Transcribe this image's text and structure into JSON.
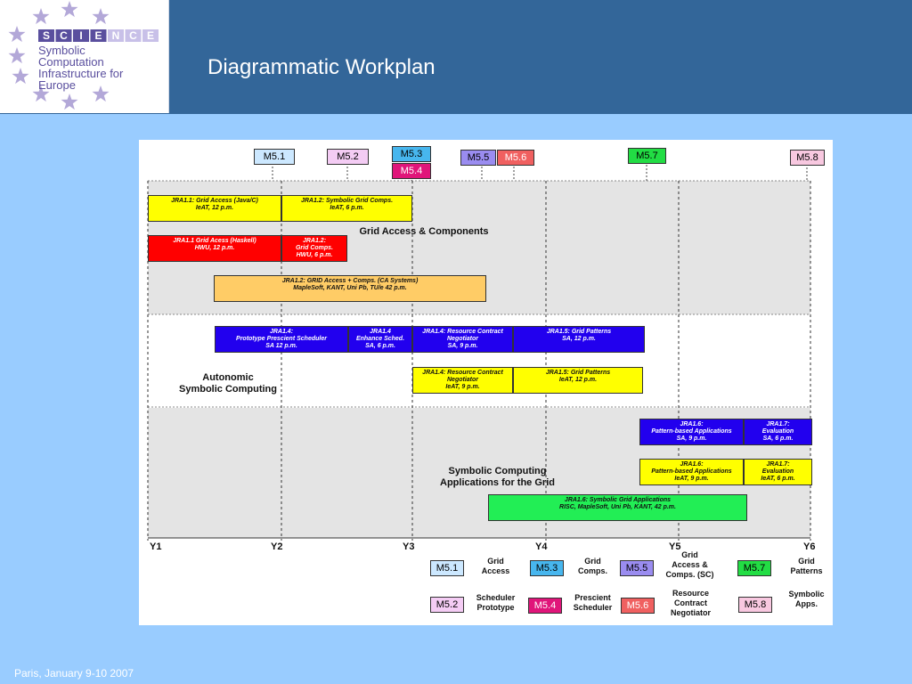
{
  "logo": {
    "letters": [
      "S",
      "C",
      "I",
      "E",
      "N",
      "C",
      "E"
    ],
    "lines": [
      "Symbolic",
      "Computation",
      "Infrastructure for",
      "Europe"
    ],
    "colors": {
      "purple": "#5a4f9e",
      "star": "#b3a8d8",
      "pale": "#c8c0e8"
    }
  },
  "title": "Diagrammatic Workplan",
  "footer": "Paris, January 9-10 2007",
  "diagram": {
    "years": [
      "Y1",
      "Y2",
      "Y3",
      "Y4",
      "Y5",
      "Y6"
    ],
    "milestones": [
      {
        "id": "M5.1",
        "color": "#cce8ff"
      },
      {
        "id": "M5.2",
        "color": "#f4ccf4"
      },
      {
        "id": "M5.3",
        "color": "#47b6ee"
      },
      {
        "id": "M5.4",
        "color": "#e0157a"
      },
      {
        "id": "M5.5",
        "color": "#9a8cf0"
      },
      {
        "id": "M5.6",
        "color": "#f06060"
      },
      {
        "id": "M5.7",
        "color": "#22dd44"
      },
      {
        "id": "M5.8",
        "color": "#f8c8e0"
      }
    ],
    "bands": [
      {
        "label": [
          "Grid Access & Components"
        ]
      },
      {
        "label": [
          "Autonomic",
          "Symbolic Computing"
        ]
      },
      {
        "label": [
          "Symbolic Computing",
          "Applications for the Grid"
        ]
      }
    ],
    "tasks": [
      {
        "lines": [
          "JRA1.1: Grid Access (Java/C)",
          "IeAT, 12 p.m."
        ],
        "color": "#ffff00"
      },
      {
        "lines": [
          "JRA1.2: Symbolic Grid Comps.",
          "IeAT, 6 p.m."
        ],
        "color": "#ffff00"
      },
      {
        "lines": [
          "JRA1.1 Grid Acess (Haskell)",
          "HWU, 12 p.m."
        ],
        "color": "#ff0000"
      },
      {
        "lines": [
          "JRA1.2:",
          "Grid Comps.",
          "HWU, 6 p.m."
        ],
        "color": "#ff0000"
      },
      {
        "lines": [
          "JRA1.2: GRID Access + Comps. (CA Systems)",
          "MapleSoft, KANT, Uni Pb, TU/e 42 p.m."
        ],
        "color": "#ffcc66"
      },
      {
        "lines": [
          "JRA1.4:",
          "Prototype Prescient Scheduler",
          "SA  12 p.m."
        ],
        "color": "#2200ee"
      },
      {
        "lines": [
          "JRA1.4",
          "Enhance Sched.",
          "SA, 6 p.m."
        ],
        "color": "#2200ee"
      },
      {
        "lines": [
          "JRA1.4: Resource Contract",
          "Negotiator",
          "SA,  9 p.m."
        ],
        "color": "#2200ee"
      },
      {
        "lines": [
          "JRA1.5: Grid Patterns",
          "SA, 12 p.m."
        ],
        "color": "#2200ee"
      },
      {
        "lines": [
          "JRA1.4: Resource Contract",
          "Negotiator",
          "IeAT, 9 p.m."
        ],
        "color": "#ffff00"
      },
      {
        "lines": [
          "JRA1.5: Grid Patterns",
          "IeAT, 12 p.m."
        ],
        "color": "#ffff00"
      },
      {
        "lines": [
          "JRA1.6:",
          "Pattern-based Applications",
          "SA, 9 p.m."
        ],
        "color": "#2200ee"
      },
      {
        "lines": [
          "JRA1.7:",
          "Evaluation",
          "SA, 6 p.m."
        ],
        "color": "#2200ee"
      },
      {
        "lines": [
          "JRA1.6:",
          "Pattern-based Applications",
          "IeAT, 9 p.m."
        ],
        "color": "#ffff00"
      },
      {
        "lines": [
          "JRA1.7:",
          "Evaluation",
          "IeAT, 6 p.m."
        ],
        "color": "#ffff00"
      },
      {
        "lines": [
          "JRA1.6: Symbolic Grid Applications",
          "RISC, MapleSoft, Uni Pb, KANT, 42 p.m."
        ],
        "color": "#22ee55"
      }
    ],
    "legend": [
      {
        "id": "M5.1",
        "desc": [
          "Grid",
          "Access"
        ]
      },
      {
        "id": "M5.3",
        "desc": [
          "Grid",
          "Comps."
        ]
      },
      {
        "id": "M5.5",
        "desc": [
          "Grid",
          "Access &",
          "Comps. (SC)"
        ]
      },
      {
        "id": "M5.7",
        "desc": [
          "Grid",
          "Patterns"
        ]
      },
      {
        "id": "M5.2",
        "desc": [
          "Scheduler",
          "Prototype"
        ]
      },
      {
        "id": "M5.4",
        "desc": [
          "Prescient",
          "Scheduler"
        ]
      },
      {
        "id": "M5.6",
        "desc": [
          "Resource",
          "Contract",
          "Negotiator"
        ]
      },
      {
        "id": "M5.8",
        "desc": [
          "Symbolic",
          "Apps."
        ]
      }
    ]
  }
}
